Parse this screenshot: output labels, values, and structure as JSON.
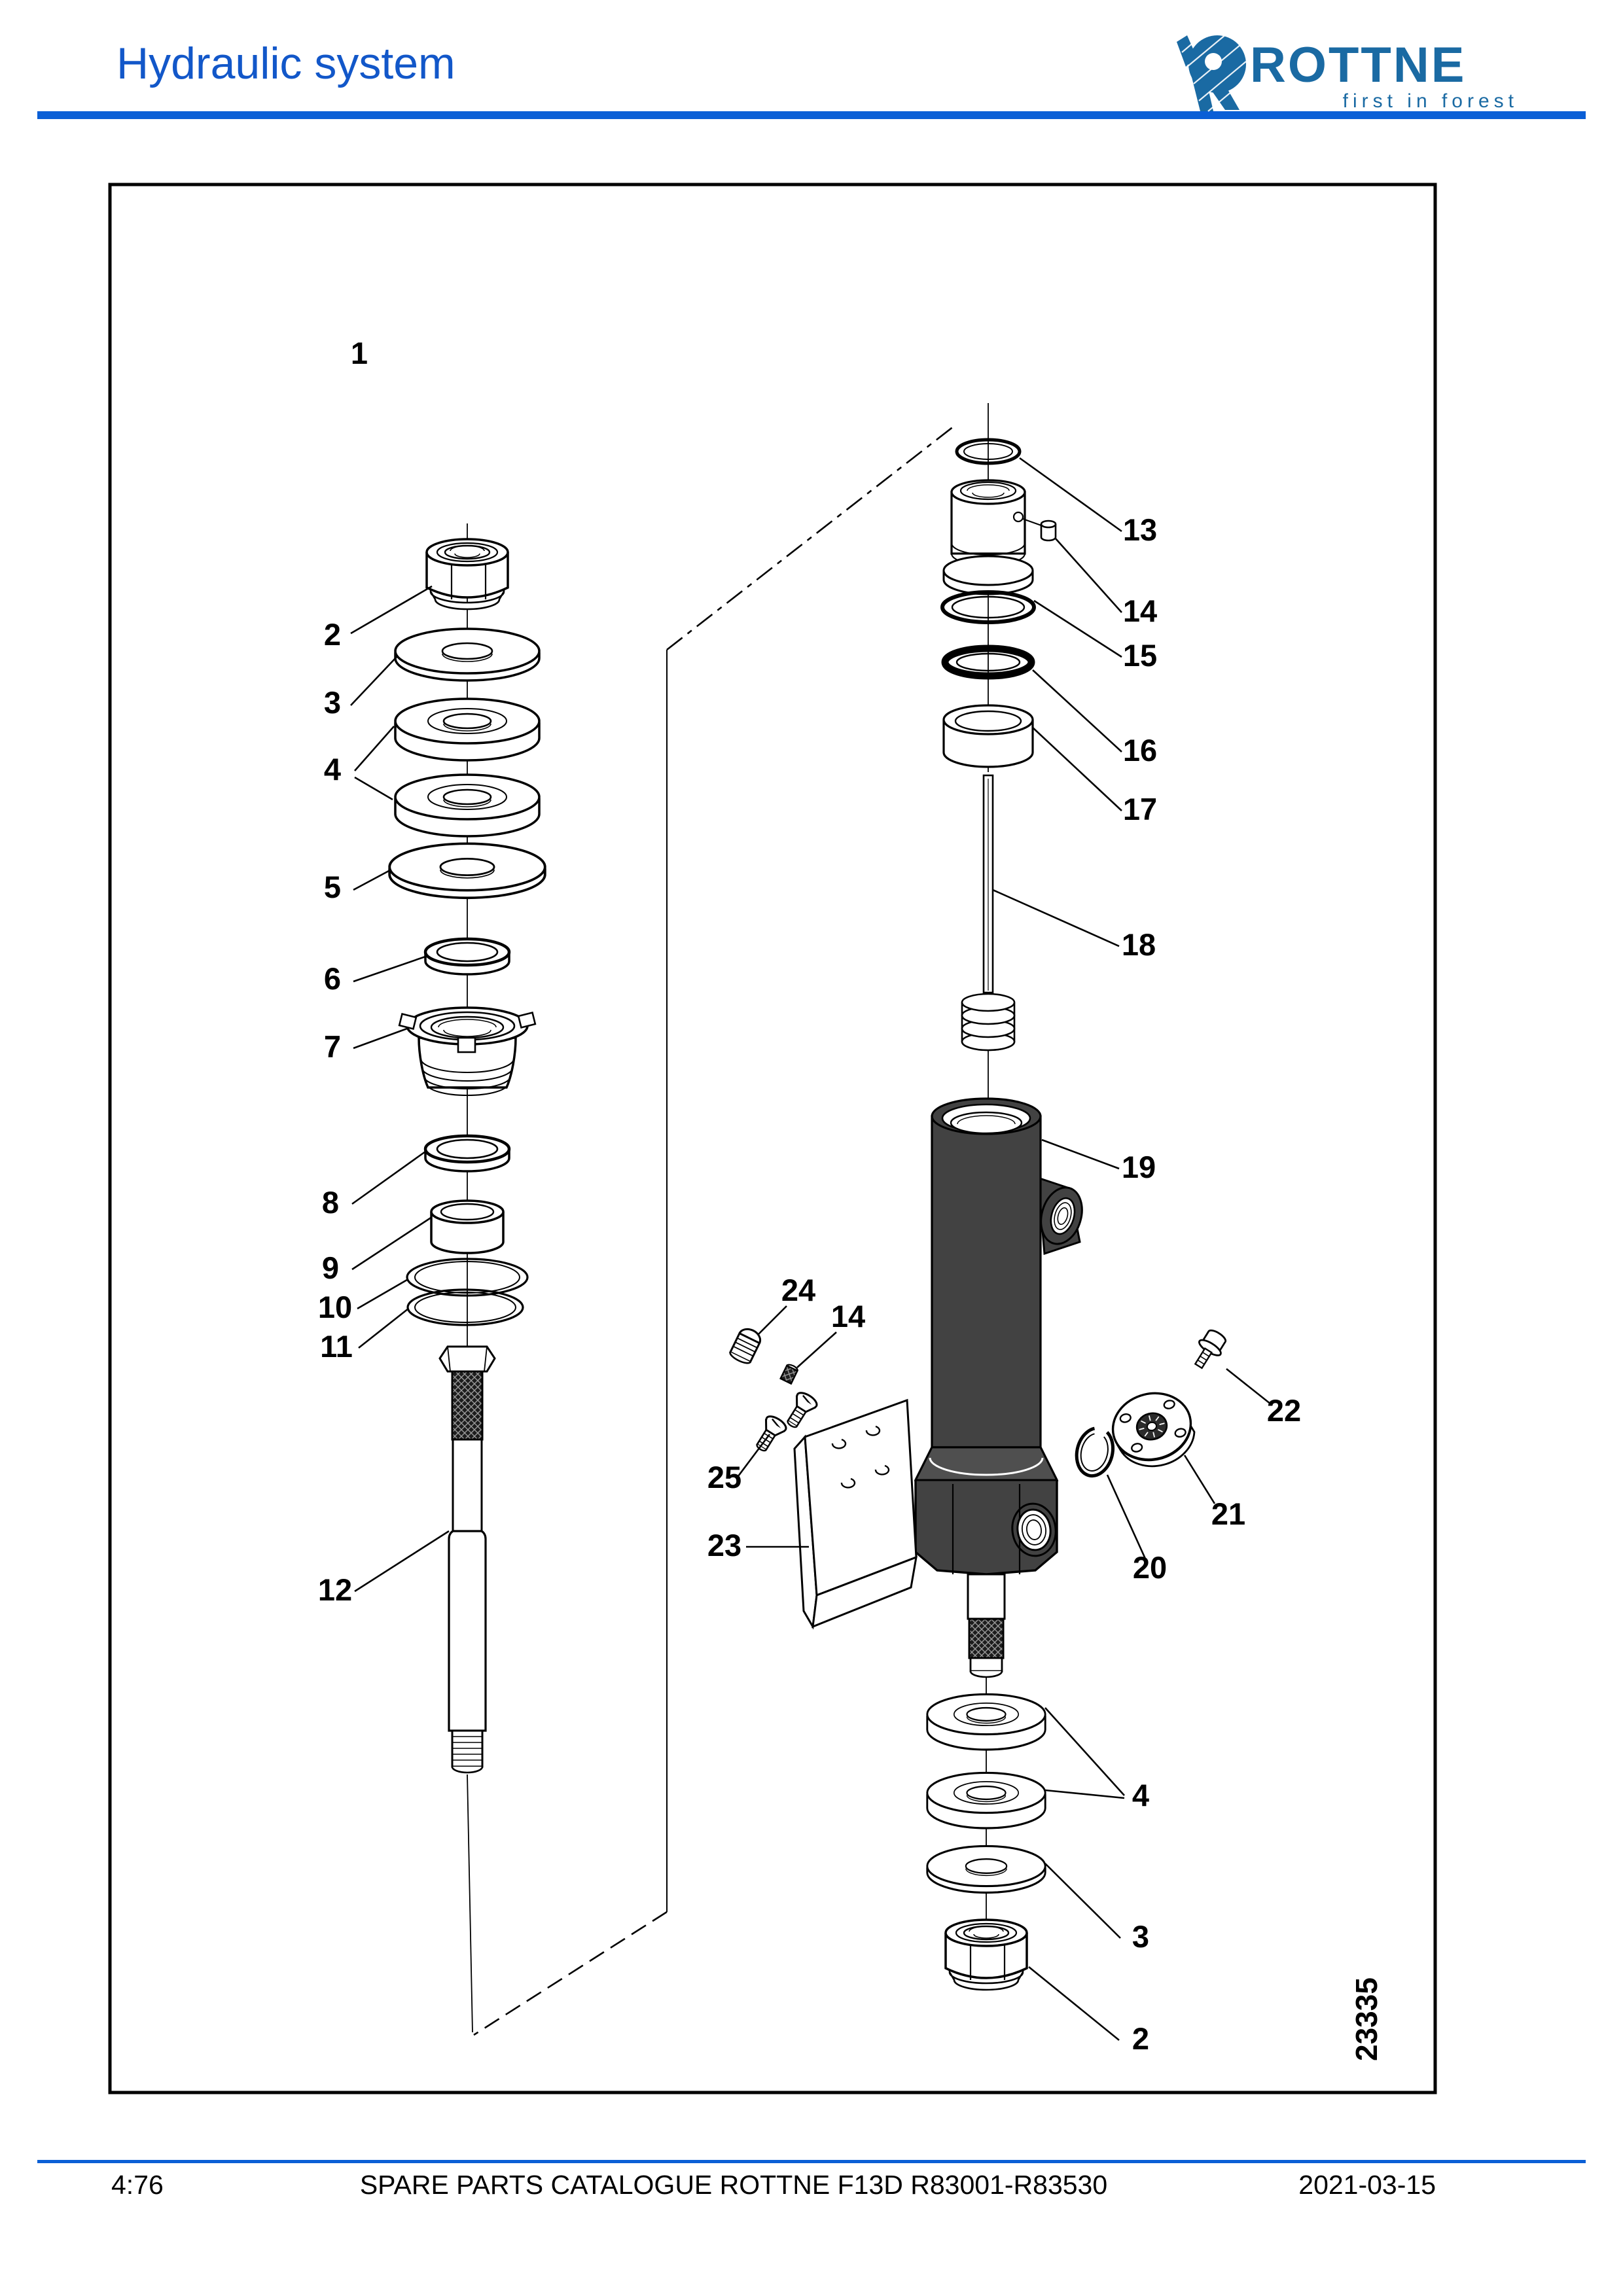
{
  "header": {
    "title": "Hydraulic system",
    "logo": {
      "name": "ROTTNE",
      "tagline": "first in forest"
    }
  },
  "footer": {
    "page": "4:76",
    "catalogue": "SPARE PARTS CATALOGUE ROTTNE F13D R83001-R83530",
    "date": "2021-03-15"
  },
  "figure": {
    "drawing_number": "23335",
    "labels": {
      "n1": "1",
      "n2": "2",
      "n3": "3",
      "n4": "4",
      "n5": "5",
      "n6": "6",
      "n7": "7",
      "n8": "8",
      "n9": "9",
      "n10": "10",
      "n11": "11",
      "n12": "12",
      "n13": "13",
      "n14": "14",
      "n15": "15",
      "n16": "16",
      "n17": "17",
      "n18": "18",
      "n19": "19",
      "n20": "20",
      "n21": "21",
      "n22": "22",
      "n23": "23",
      "n24": "24",
      "n25": "25",
      "n14b": "14",
      "n4b": "4",
      "n3b": "3",
      "n2b": "2"
    }
  },
  "colors": {
    "title_blue": "#1257c9",
    "rule_blue": "#0b5fd6",
    "logo_blue": "#1a6aa3",
    "cylinder_gray": "#424242"
  }
}
